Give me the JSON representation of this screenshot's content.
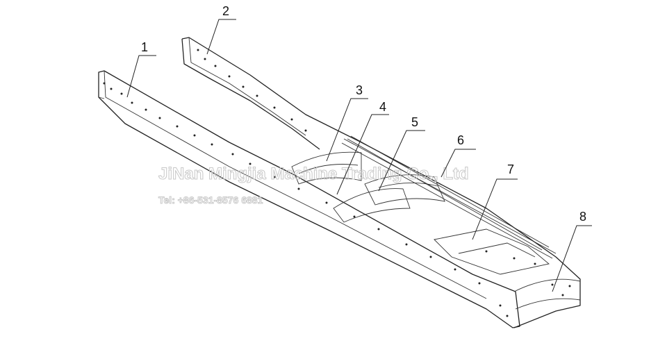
{
  "callouts": [
    {
      "id": "1",
      "label": "1"
    },
    {
      "id": "2",
      "label": "2"
    },
    {
      "id": "3",
      "label": "3"
    },
    {
      "id": "4",
      "label": "4"
    },
    {
      "id": "5",
      "label": "5"
    },
    {
      "id": "6",
      "label": "6"
    },
    {
      "id": "7",
      "label": "7"
    },
    {
      "id": "8",
      "label": "8"
    }
  ],
  "watermark": {
    "company": "JiNan Mingjia Machine Trading Co., Ltd",
    "phone": "Tel: +86-531-8576 6881"
  },
  "colors": {
    "line": "#222222",
    "watermark": "#c8c8c8",
    "background": "#ffffff"
  }
}
